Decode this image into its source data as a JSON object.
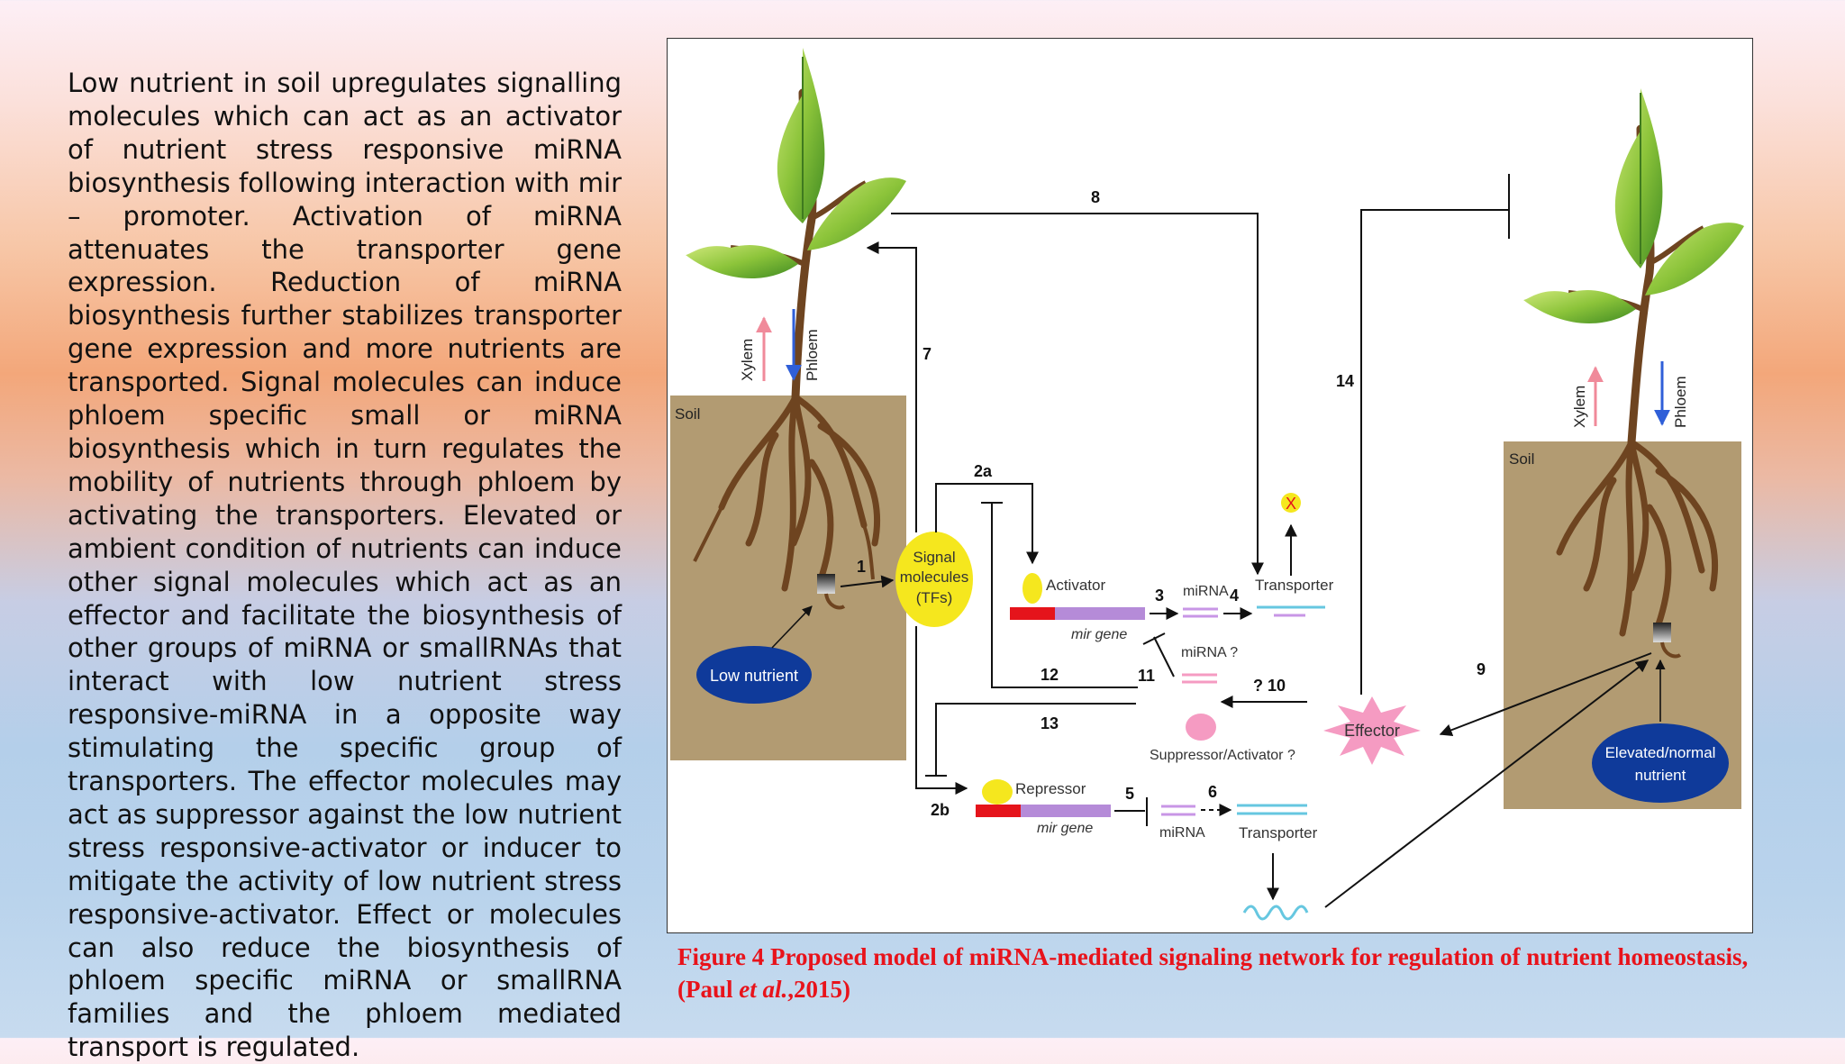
{
  "body_text": "Low nutrient in soil upregulates signalling molecules which can act as an activator of nutrient stress responsive miRNA biosynthesis following interaction with mir – promoter. Activation of miRNA attenuates the transporter gene expression. Reduction of miRNA biosynthesis further stabilizes transporter gene expression and more nutrients are transported. Signal molecules can induce phloem specific small or miRNA biosynthesis which in turn regulates the mobility of nutrients through phloem by activating the transporters. Elevated or ambient condition of nutrients can induce other signal molecules which act as an effector and facilitate the biosynthesis of other groups of miRNA or smallRNAs that interact with low nutrient stress responsive-miRNA in a opposite way stimulating the specific group of transporters. The effector molecules may act as suppressor against the low nutrient stress responsive-activator or inducer to mitigate the activity of low nutrient stress responsive-activator. Effect or molecules can also reduce the biosynthesis of phloem specific miRNA or smallRNA families and the phloem mediated transport is regulated.",
  "caption": {
    "main": "Figure 4 Proposed model of miRNA-mediated signaling network for regulation of nutrient homeostasis, (Paul ",
    "etal": "et al.",
    "year": ",2015)"
  },
  "diagram": {
    "soil_left": "Soil",
    "soil_right": "Soil",
    "xylem": "Xylem",
    "phloem": "Phloem",
    "low_nutrient": "Low nutrient",
    "elevated_line1": "Elevated/normal",
    "elevated_line2": "nutrient",
    "signal_line1": "Signal",
    "signal_line2": "molecules",
    "signal_line3": "(TFs)",
    "activator": "Activator",
    "repressor": "Repressor",
    "mir_gene": "mir gene",
    "mirna": "miRNA",
    "mirna_q": "miRNA ?",
    "transporter": "Transporter",
    "effector": "Effector",
    "suppressor": "Suppressor/Activator ?",
    "n1": "1",
    "n2a": "2a",
    "n2b": "2b",
    "n3": "3",
    "n4": "4",
    "n5": "5",
    "n6": "6",
    "n7": "7",
    "n8": "8",
    "n9": "9",
    "n10": "? 10",
    "n11": "11",
    "n12": "12",
    "n13": "13",
    "n14": "14",
    "x_mark": "X",
    "colors": {
      "soil": "#b29b72",
      "leaf": "#8cc43a",
      "stem": "#6e4420",
      "low_nutrient": "#0f3a9a",
      "signal": "#f5e71e",
      "effector": "#f59bc2",
      "promoter": "#e5141b",
      "gene": "#b58bd8",
      "mirna": "#c896e6",
      "transporter": "#66c7e0",
      "xylem_arrow": "#f08a9a",
      "phloem_arrow": "#2f5fd8"
    }
  }
}
